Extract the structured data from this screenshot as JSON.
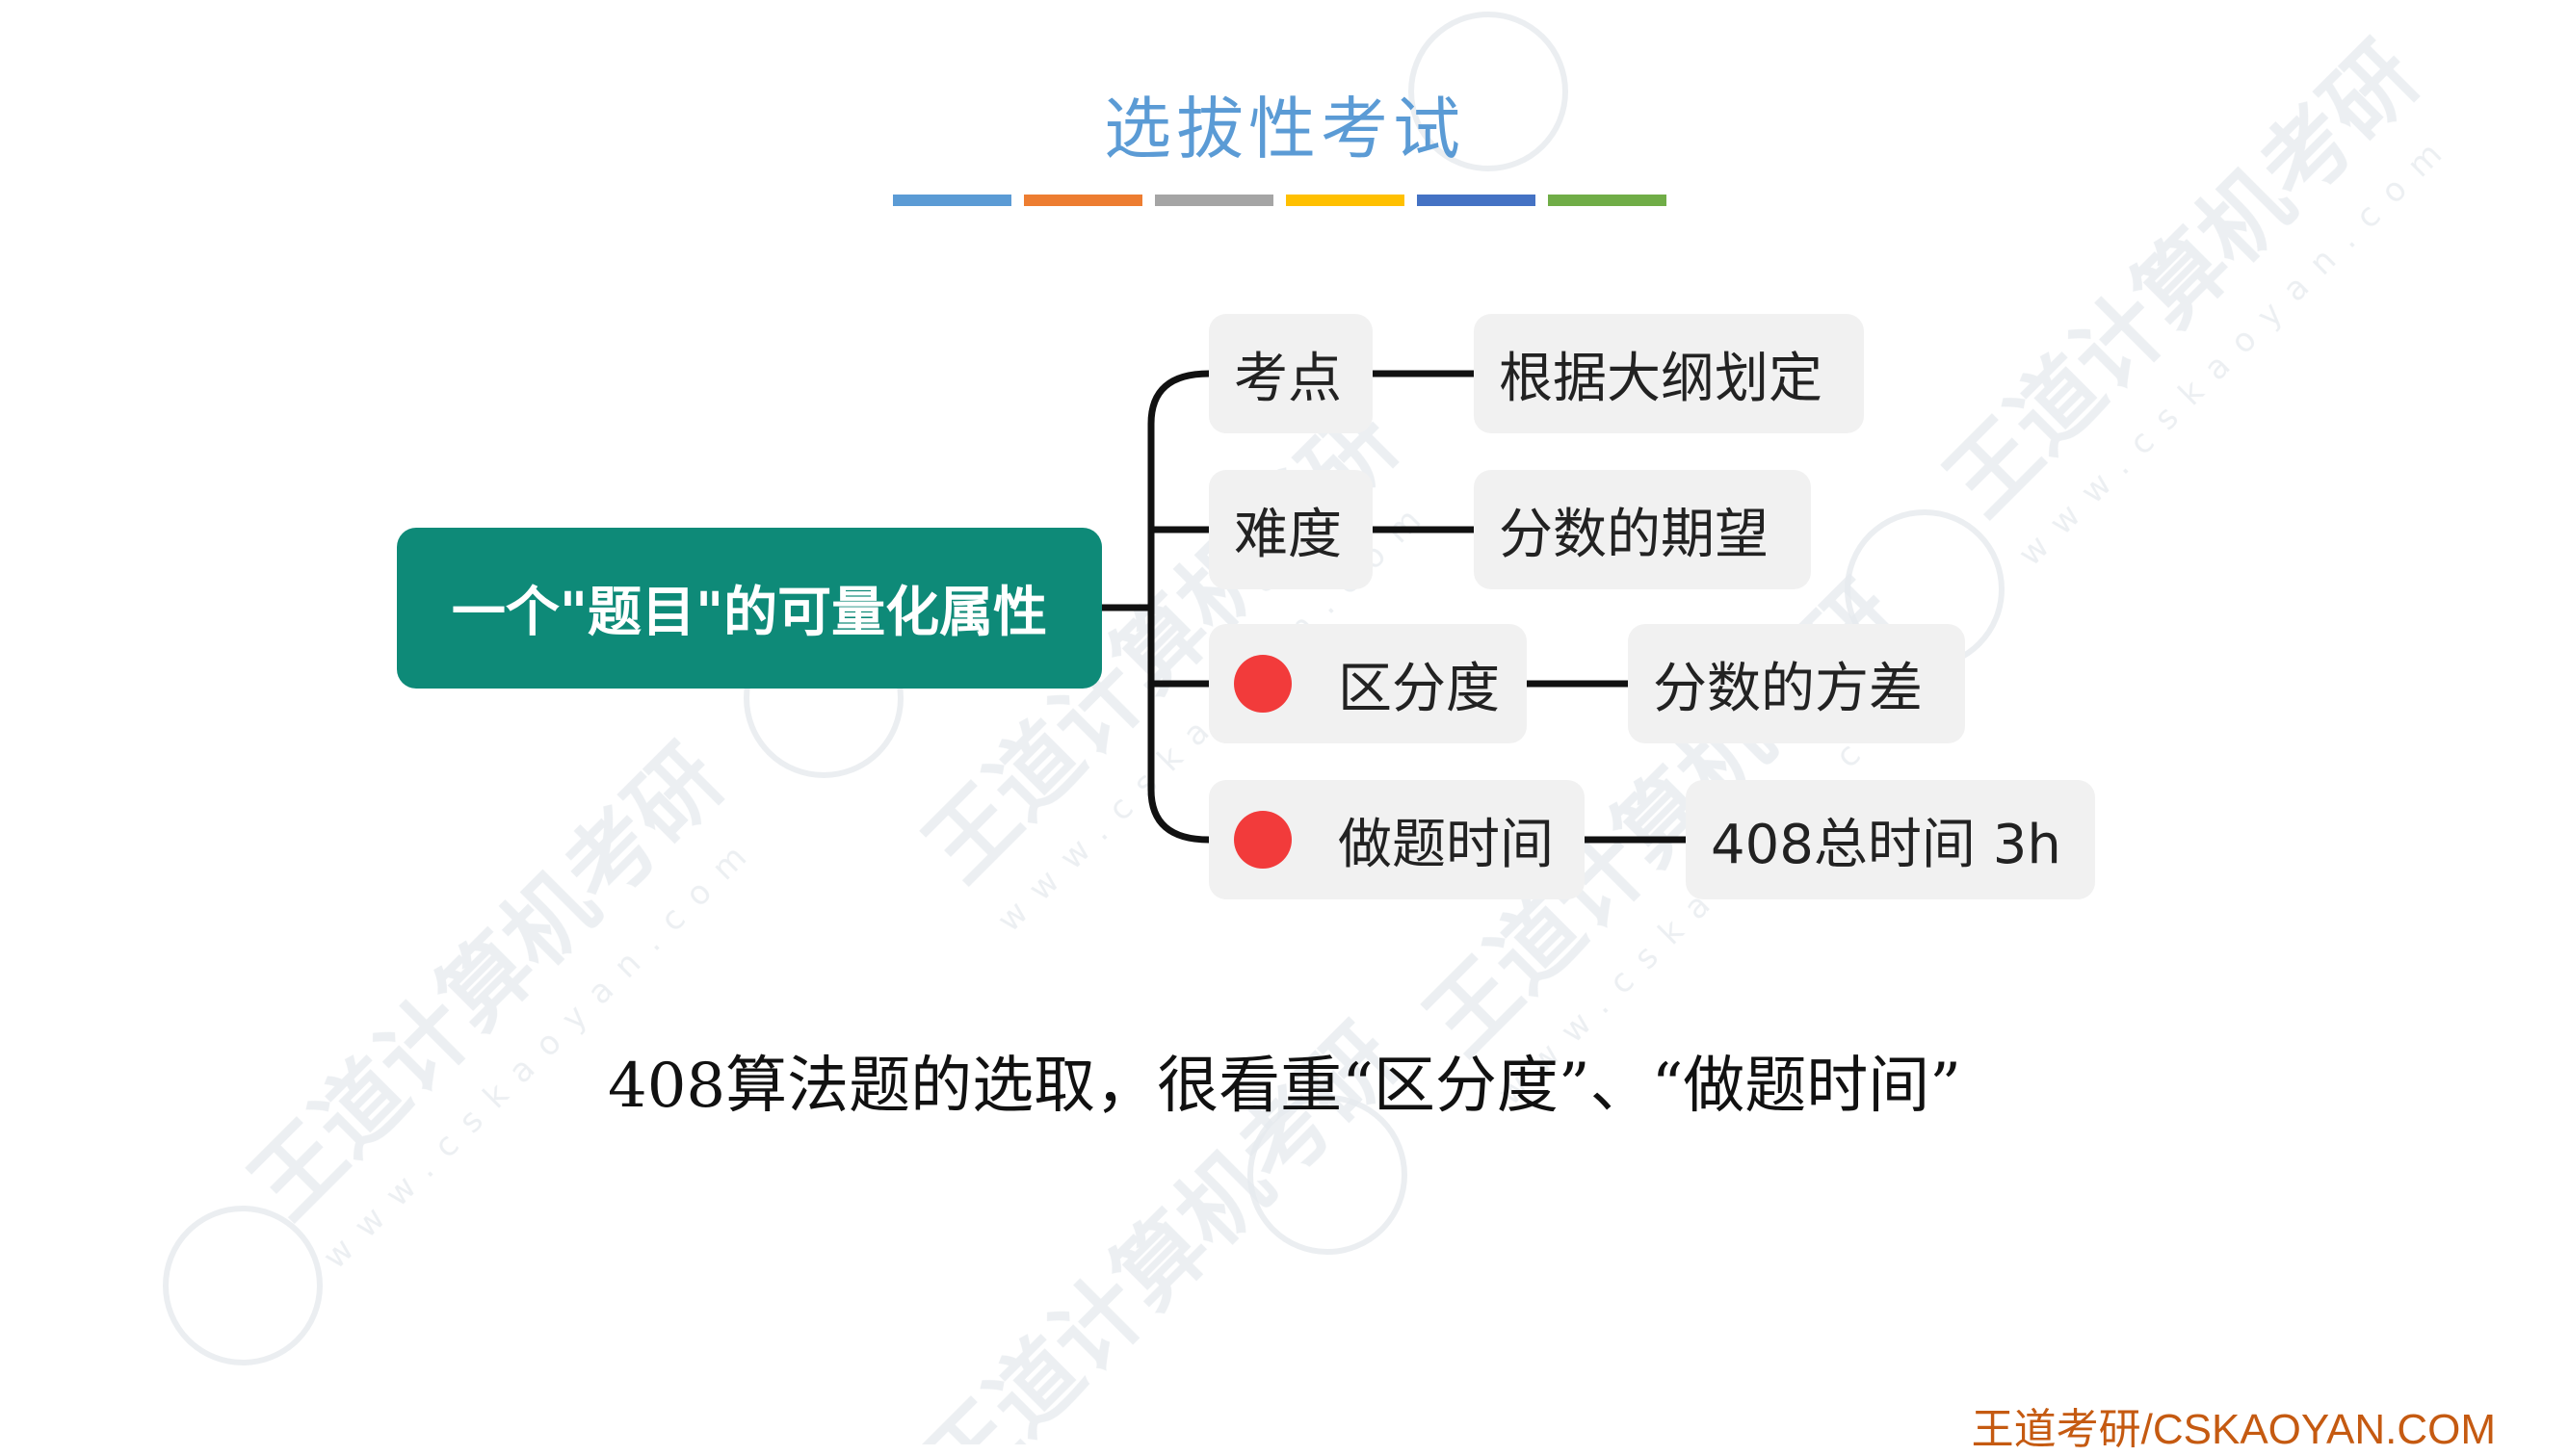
{
  "title": "选拔性考试",
  "color_bar": [
    "#5b9bd5",
    "#ed7d31",
    "#a5a5a5",
    "#ffc000",
    "#4472c4",
    "#70ad47"
  ],
  "mindmap": {
    "root": "一个\"题目\"的可量化属性",
    "branches": [
      {
        "label": "考点",
        "marker": false,
        "leaf": "根据大纲划定"
      },
      {
        "label": "难度",
        "marker": false,
        "leaf": "分数的期望"
      },
      {
        "label": "区分度",
        "marker": true,
        "leaf": "分数的方差"
      },
      {
        "label": "做题时间",
        "marker": true,
        "leaf": "408总时间 3h"
      }
    ],
    "marker_color": "#f23b3b",
    "root_color": "#0e8a78"
  },
  "caption": "408算法题的选取，很看重“区分度”、“做题时间”",
  "footer": "王道考研/CSKAOYAN.COM",
  "watermark": {
    "text": "王道计算机考研",
    "url": "www.cskaoyan.com"
  }
}
